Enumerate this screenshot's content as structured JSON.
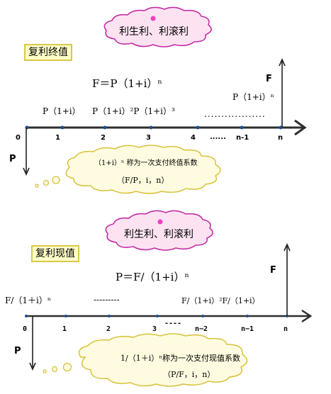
{
  "panel_compound_final": {
    "cloud_title": "利生利、利滚利",
    "label": "复利终值",
    "formula": "F＝P（1+i）ⁿ",
    "amounts": [
      "P（1+i）",
      "P（1+i）²P（1+i）³"
    ],
    "amount_dots": "..................",
    "amount_n": "P（1+i）ⁿ",
    "ticks": [
      "0",
      "1",
      "2",
      "3",
      "4",
      "n-1",
      "n"
    ],
    "tick_dots": "......",
    "P_label": "P",
    "F_label": "F",
    "note_line1": "（1+i）ⁿ 称为一次支付终值系数",
    "note_line2": "（F/P，i，n）"
  },
  "panel_present_value": {
    "cloud_title": "利生利、利滚利",
    "label": "复利现值",
    "formula": "P＝F/（1+i）ⁿ",
    "left_amount": "F/（1＋i）ⁿ",
    "mid_dots": "---------",
    "right_amounts": "F/（1+i）²F/（1+i）",
    "ticks": [
      "0",
      "1",
      "2",
      "3",
      "n−2",
      "n−1",
      "n"
    ],
    "tick_dots": "----",
    "P_label": "P",
    "F_label": "F",
    "note_line1": "1/（1＋i）ⁿ称为一次支付现值系数",
    "note_line2": "（P/F，i，n）"
  }
}
